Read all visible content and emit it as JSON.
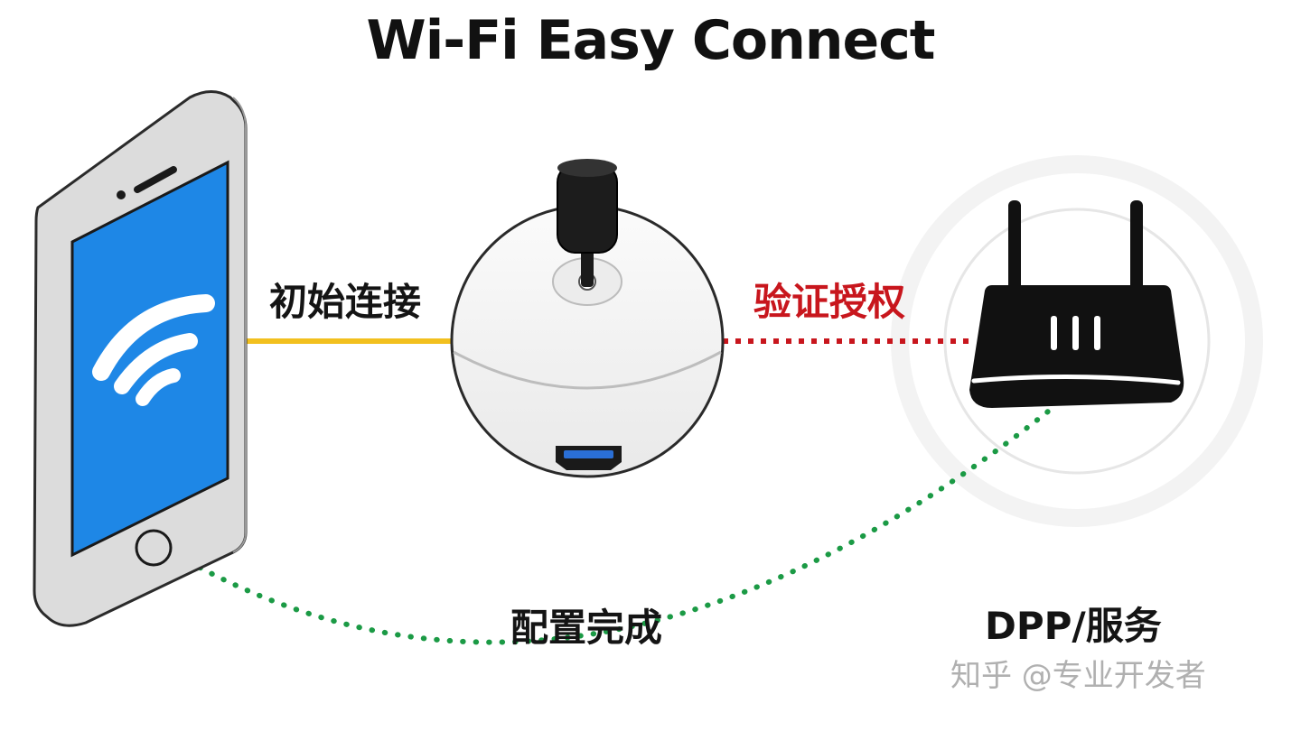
{
  "title": "Wi-Fi Easy Connect",
  "nodes": {
    "phone": {
      "icon": "smartphone-wifi-icon"
    },
    "bridge": {
      "icon": "dongle-device-icon"
    },
    "router": {
      "icon": "router-icon"
    }
  },
  "links": {
    "initial_connect": {
      "label": "初始连接",
      "style": "solid",
      "color": "#f2c01e"
    },
    "verify_auth": {
      "label": "验证授权",
      "style": "dotted",
      "color": "#c8161d"
    },
    "config_done": {
      "label": "配置完成",
      "style": "dotted",
      "color": "#1b9a45"
    },
    "dpp_service": {
      "label": "DPP/服务"
    }
  },
  "colors": {
    "phone_screen": "#1e87e6",
    "phone_body": "#dcdcdc",
    "router_body": "#111111",
    "device_body": "#f4f4f4",
    "usb_port": "#2a6fd6"
  },
  "watermark": "知乎 @专业开发者"
}
